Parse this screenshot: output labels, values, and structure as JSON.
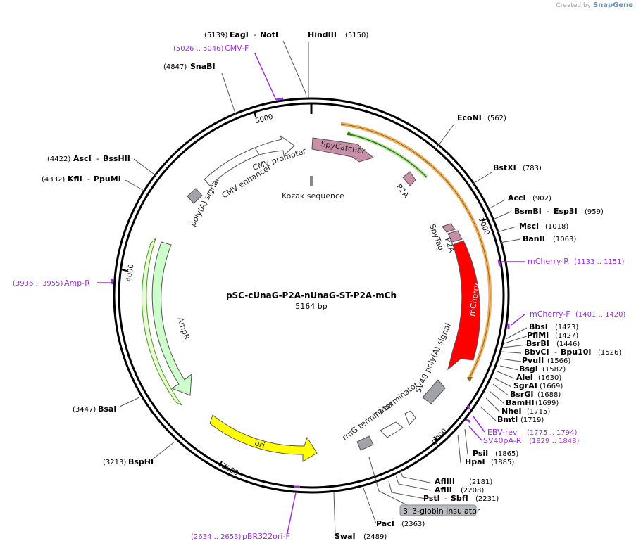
{
  "credit": {
    "created_by": "Created by",
    "brand": "SnapGene"
  },
  "plasmid": {
    "name": "pSC-cUnaG-P2A-nUnaG-ST-P2A-mCh",
    "size": "5164 bp"
  },
  "ticks": [
    "1000",
    "2000",
    "3000",
    "4000",
    "5000"
  ],
  "enzymes": [
    {
      "pos": "(5139)",
      "name": "EagI",
      "name2": "NotI"
    },
    {
      "pos": "(5150)",
      "name": "HindIII"
    },
    {
      "pos": "(4847)",
      "name": "SnaBI"
    },
    {
      "pos": "(562)",
      "name": "EcoNI"
    },
    {
      "pos": "(783)",
      "name": "BstXI"
    },
    {
      "pos": "(902)",
      "name": "AccI"
    },
    {
      "pos": "(959)",
      "name": "BsmBI",
      "name2": "Esp3I"
    },
    {
      "pos": "(1018)",
      "name": "MscI"
    },
    {
      "pos": "(1063)",
      "name": "BanII"
    },
    {
      "pos": "(4422)",
      "name": "AscI",
      "name2": "BssHII"
    },
    {
      "pos": "(4332)",
      "name": "KflI",
      "name2": "PpuMI"
    },
    {
      "pos": "(1423)",
      "name": "BbsI"
    },
    {
      "pos": "(1427)",
      "name": "PflMI"
    },
    {
      "pos": "(1446)",
      "name": "BsrBI"
    },
    {
      "pos": "(1526)",
      "name": "BbvCI",
      "name2": "Bpu10I"
    },
    {
      "pos": "(1566)",
      "name": "PvuII"
    },
    {
      "pos": "(1582)",
      "name": "BsgI"
    },
    {
      "pos": "(1630)",
      "name": "AleI"
    },
    {
      "pos": "(1669)",
      "name": "SgrAI"
    },
    {
      "pos": "(1688)",
      "name": "BsrGI"
    },
    {
      "pos": "(1699)",
      "name": "BamHI"
    },
    {
      "pos": "(1715)",
      "name": "NheI"
    },
    {
      "pos": "(1719)",
      "name": "BmtI"
    },
    {
      "pos": "(3447)",
      "name": "BsaI"
    },
    {
      "pos": "(3213)",
      "name": "BspHI"
    },
    {
      "pos": "(1865)",
      "name": "PsiI"
    },
    {
      "pos": "(1885)",
      "name": "HpaI"
    },
    {
      "pos": "(2181)",
      "name": "AflIII"
    },
    {
      "pos": "(2208)",
      "name": "AflII"
    },
    {
      "pos": "(2231)",
      "name": "PstI",
      "name2": "SbfI"
    },
    {
      "pos": "(2363)",
      "name": "PacI"
    },
    {
      "pos": "(2489)",
      "name": "SwaI"
    }
  ],
  "primers": [
    {
      "range": "(5026 .. 5046)",
      "name": "CMV-F"
    },
    {
      "range": "(1133 .. 1151)",
      "name": "mCherry-R"
    },
    {
      "range": "(3936 .. 3955)",
      "name": "Amp-R"
    },
    {
      "range": "(1401 .. 1420)",
      "name": "mCherry-F"
    },
    {
      "range": "(1775 .. 1794)",
      "name": "EBV-rev"
    },
    {
      "range": "(1829 .. 1848)",
      "name": "SV40pA-R"
    },
    {
      "range": "(2634 .. 2653)",
      "name": "pBR322ori-F"
    }
  ],
  "features": {
    "spycatcher": "SpyCatcher",
    "p2a_1": "P2A",
    "spytag": "SpyTag",
    "p2a_2": "P2A",
    "mcherry": "mCherry",
    "sv40": "SV40 poly(A) signal",
    "t7": "T7 terminator",
    "rrng": "rrnG terminator",
    "globin": "3′ β-globin insulator",
    "ori": "ori",
    "ampr": "AmpR",
    "polya": "poly(A) signal",
    "cmv_enh": "CMV enhancer",
    "cmv_prom": "CMV promoter",
    "kozak": "Kozak sequence"
  },
  "colors": {
    "spycatcher": "#c98fa8",
    "mcherry": "#ff0000",
    "ori": "#ffff00",
    "ampr": "#ccffcc",
    "orange": "#f0b060",
    "green": "#4a9a1a",
    "primer": "#9b30d9",
    "gray": "#a0a4a8"
  }
}
